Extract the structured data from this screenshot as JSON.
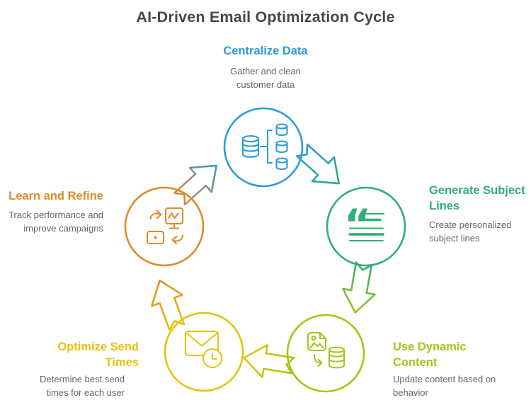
{
  "title": "AI-Driven Email Optimization Cycle",
  "colors": {
    "blue": "#2d9cdb",
    "green": "#2fae76",
    "lime": "#a2c617",
    "yellow": "#e4c311",
    "orange": "#e08a2c",
    "title_text": "#474747",
    "description_text": "#5d6770",
    "background": "#ffffff"
  },
  "nodes": [
    {
      "label": "Centralize Data",
      "description": "Gather and clean\ncustomer data",
      "color": "#2d9cdb",
      "icon": "database-merge-icon",
      "position": "top"
    },
    {
      "label": "Generate Subject\nLines",
      "description": "Create personalized\nsubject lines",
      "color": "#2fae76",
      "icon": "quote-text-icon",
      "position": "right"
    },
    {
      "label": "Use Dynamic\nContent",
      "description": "Update content based on\nbehavior",
      "color": "#a2c617",
      "icon": "image-to-data-icon",
      "position": "bottom-right"
    },
    {
      "label": "Optimize Send\nTimes",
      "description": "Determine best send\ntimes for each user",
      "color": "#e4c311",
      "icon": "envelope-clock-icon",
      "position": "bottom-left"
    },
    {
      "label": "Learn and Refine",
      "description": "Track performance and\nimprove campaigns",
      "color": "#e08a2c",
      "icon": "monitor-refresh-icon",
      "position": "left"
    }
  ],
  "flow": {
    "direction": "clockwise",
    "arrows": [
      {
        "from": "Centralize Data",
        "to": "Generate Subject Lines"
      },
      {
        "from": "Generate Subject Lines",
        "to": "Use Dynamic Content"
      },
      {
        "from": "Use Dynamic Content",
        "to": "Optimize Send Times"
      },
      {
        "from": "Optimize Send Times",
        "to": "Learn and Refine"
      },
      {
        "from": "Learn and Refine",
        "to": "Centralize Data"
      }
    ]
  },
  "icons": {
    "quote_glyph": "“"
  }
}
